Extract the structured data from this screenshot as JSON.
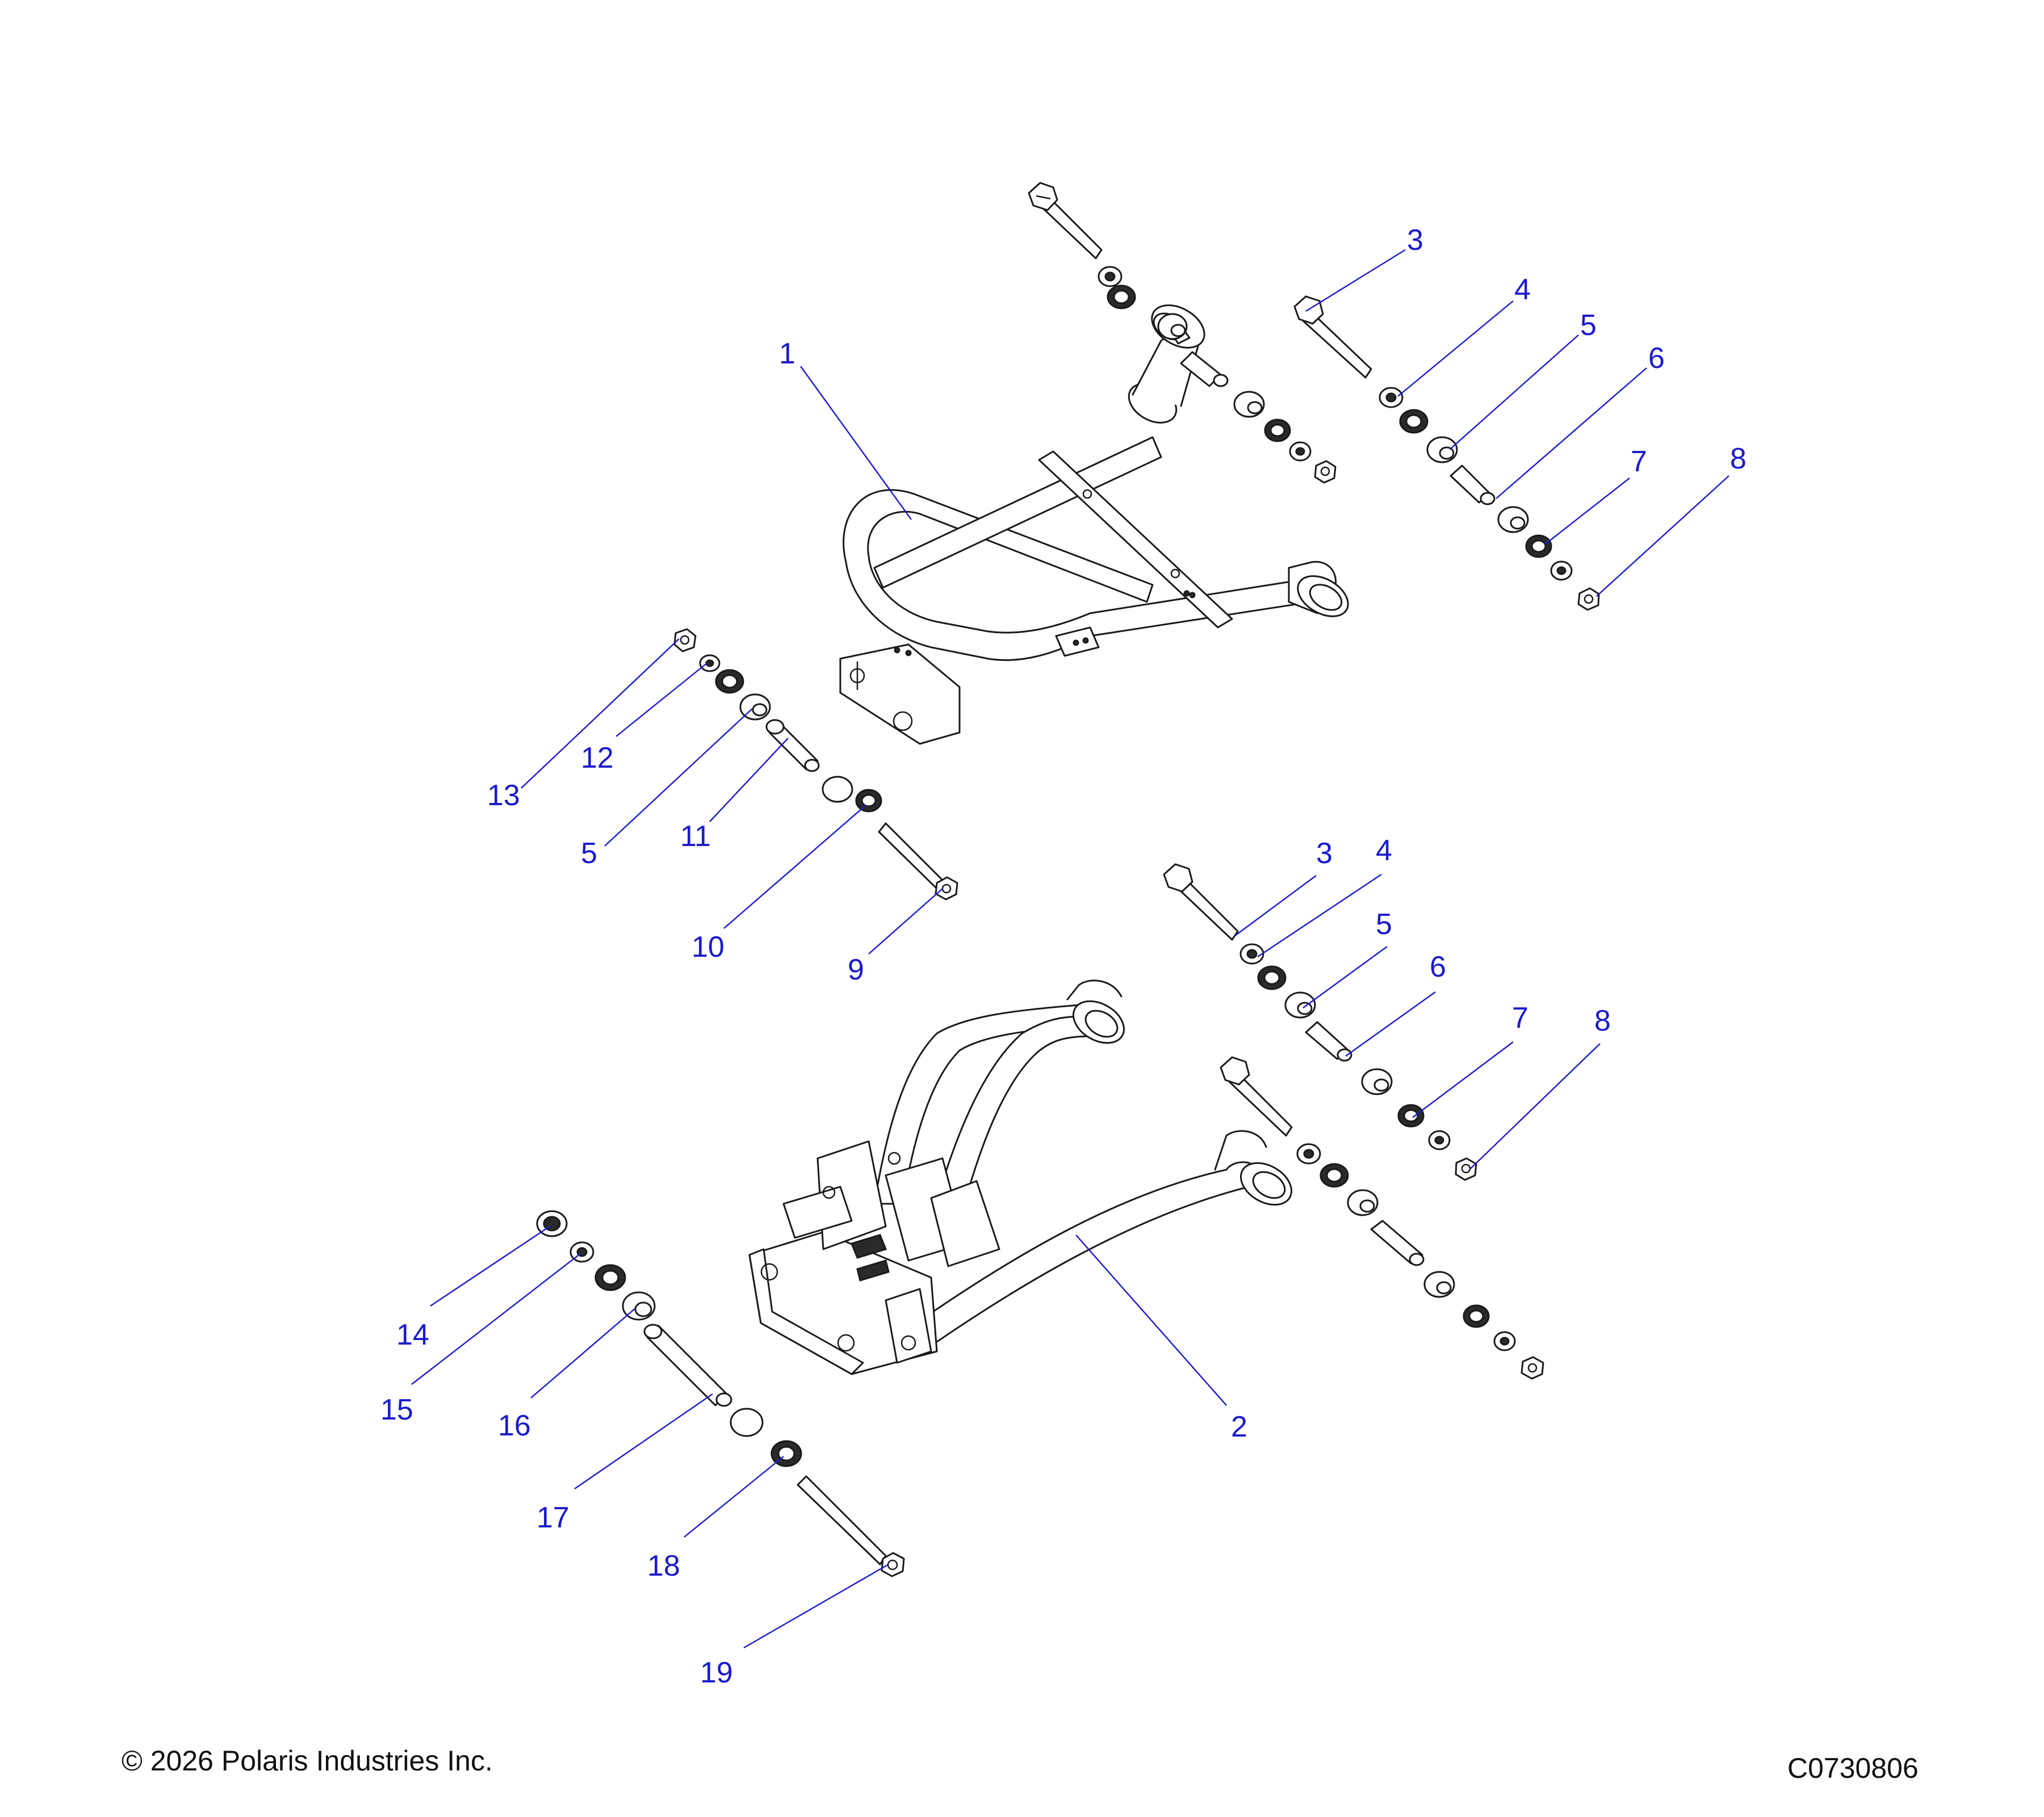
{
  "callouts": [
    {
      "id": "c1",
      "text": "1"
    },
    {
      "id": "c2",
      "text": "2"
    },
    {
      "id": "c3a",
      "text": "3"
    },
    {
      "id": "c4a",
      "text": "4"
    },
    {
      "id": "c5a",
      "text": "5"
    },
    {
      "id": "c6a",
      "text": "6"
    },
    {
      "id": "c7a",
      "text": "7"
    },
    {
      "id": "c8a",
      "text": "8"
    },
    {
      "id": "c13",
      "text": "13"
    },
    {
      "id": "c12",
      "text": "12"
    },
    {
      "id": "c5b",
      "text": "5"
    },
    {
      "id": "c11",
      "text": "11"
    },
    {
      "id": "c10",
      "text": "10"
    },
    {
      "id": "c9",
      "text": "9"
    },
    {
      "id": "c3b",
      "text": "3"
    },
    {
      "id": "c4b",
      "text": "4"
    },
    {
      "id": "c5c",
      "text": "5"
    },
    {
      "id": "c6b",
      "text": "6"
    },
    {
      "id": "c7b",
      "text": "7"
    },
    {
      "id": "c8b",
      "text": "8"
    },
    {
      "id": "c14",
      "text": "14"
    },
    {
      "id": "c15",
      "text": "15"
    },
    {
      "id": "c16",
      "text": "16"
    },
    {
      "id": "c17",
      "text": "17"
    },
    {
      "id": "c18",
      "text": "18"
    },
    {
      "id": "c19",
      "text": "19"
    }
  ],
  "footer": {
    "copyright": "© 2026 Polaris Industries Inc.",
    "drawing_code": "C0730806"
  }
}
